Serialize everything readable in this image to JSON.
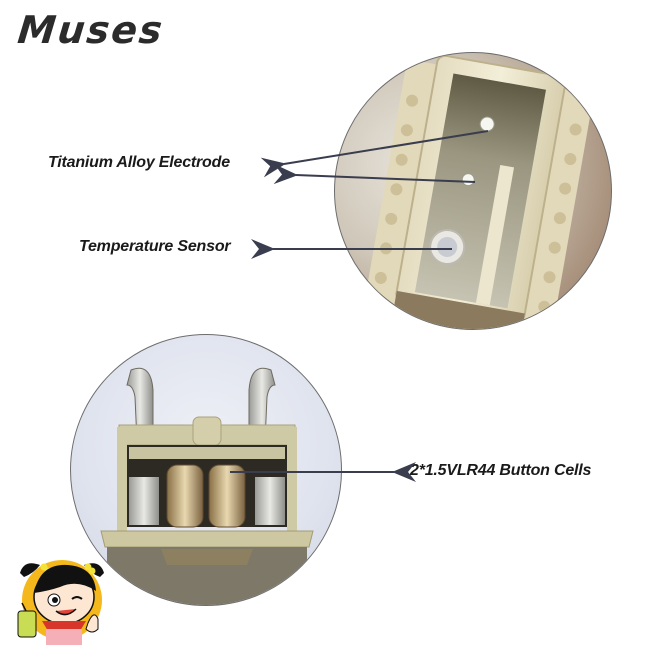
{
  "brand": {
    "name": "Muses"
  },
  "callouts": {
    "electrode": "Titanium Alloy Electrode",
    "sensor": "Temperature Sensor",
    "cells": "2*1.5VLR44 Button Cells"
  },
  "colors": {
    "text": "#1a1a1a",
    "arrow": "#3a3d4e",
    "casing": "#d9d3b4",
    "mascot_badge": "#f4b81c"
  },
  "images": {
    "top_circle": "probe-head-closeup",
    "bottom_circle": "battery-compartment-closeup",
    "mascot": "girl-mascot-thumbs-up"
  }
}
